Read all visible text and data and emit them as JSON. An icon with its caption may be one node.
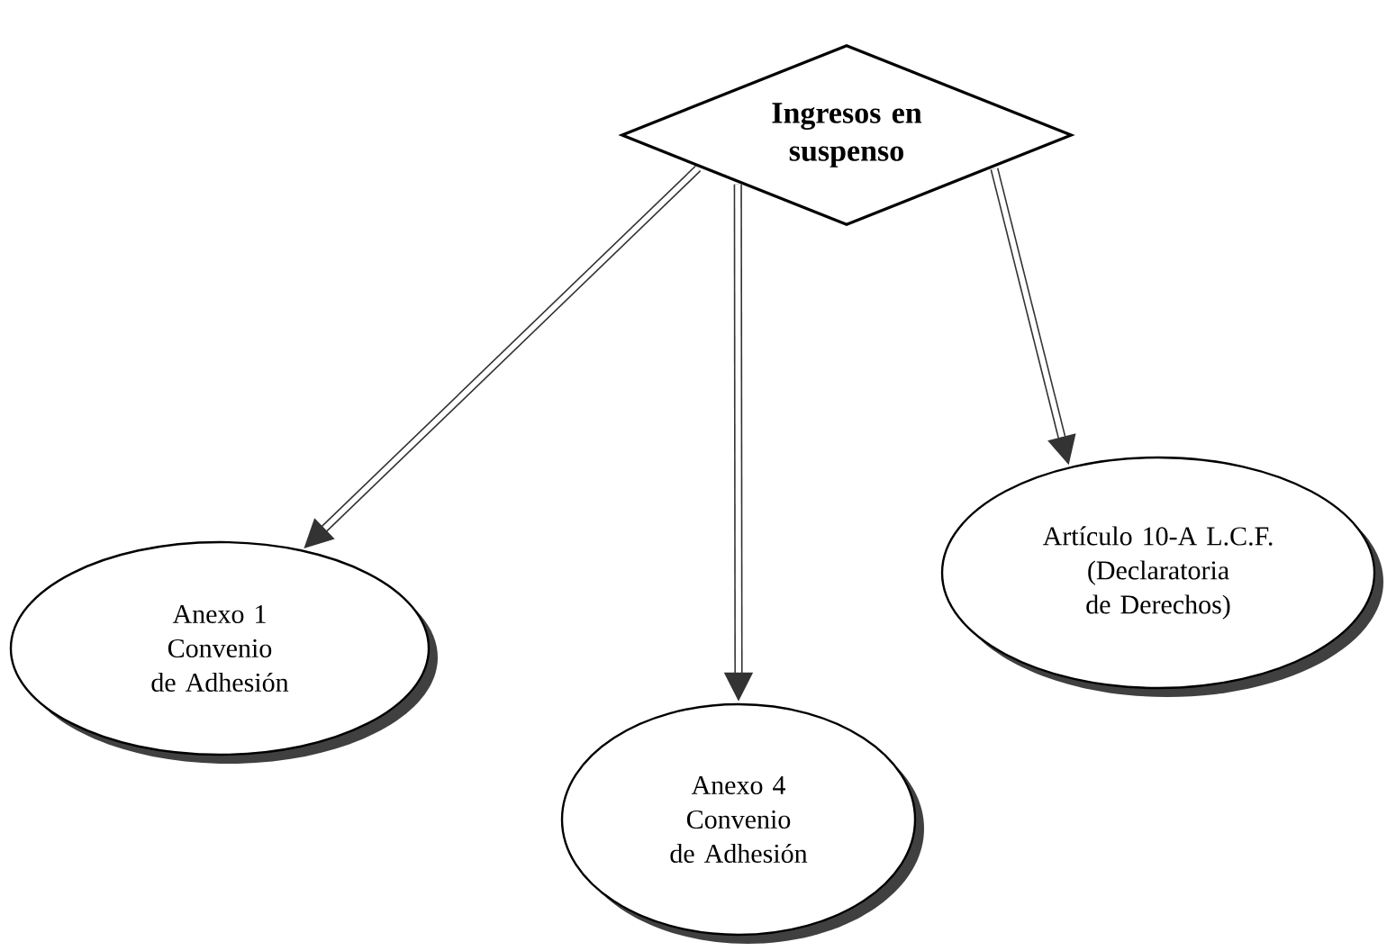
{
  "diagram": {
    "nodes": [
      {
        "text": [
          "Ingresos en suspenso"
        ]
      },
      {
        "text": [
          "Anexo 1 Convenio de Adhesión"
        ]
      },
      {
        "text": [
          "Anexo 4 Convenio de Adhesión"
        ]
      },
      {
        "text": [
          "Artículo 10-A L.C.F. (Declaratoria de Derechos)"
        ]
      }
    ],
    "edges": [
      {
        "from": 0,
        "to": 1,
        "arrow": "to"
      },
      {
        "from": 0,
        "to": 2,
        "arrow": "to"
      },
      {
        "from": 0,
        "to": 3,
        "arrow": "to"
      }
    ]
  }
}
